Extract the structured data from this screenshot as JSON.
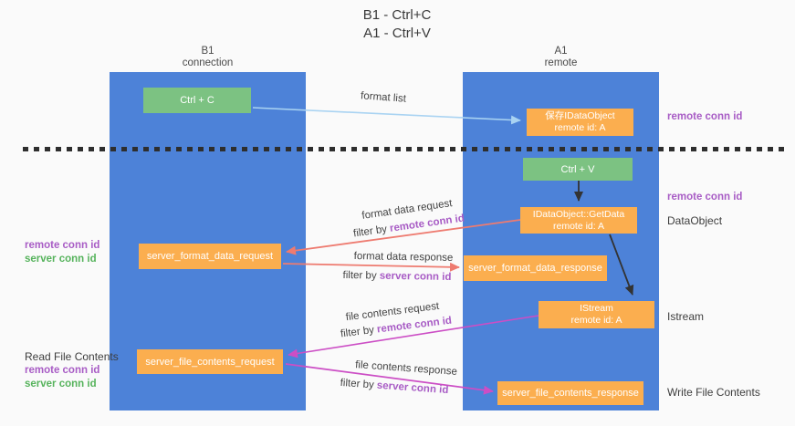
{
  "title": {
    "line1": "B1 - Ctrl+C",
    "line2": "A1 - Ctrl+V"
  },
  "lanes": {
    "left": {
      "name": "B1",
      "role": "connection"
    },
    "right": {
      "name": "A1",
      "role": "remote"
    }
  },
  "boxes": {
    "ctrl_c": "Ctrl + C",
    "ctrl_v": "Ctrl + V",
    "save_dataobject": {
      "line1": "保存IDataObject",
      "line2": "remote id: A"
    },
    "getdata": {
      "line1": "IDataObject::GetData",
      "line2": "remote id: A"
    },
    "istream": {
      "line1": "IStream",
      "line2": "remote id: A"
    },
    "format_request": "server_format_data_request",
    "format_response": "server_format_data_response",
    "file_request": "server_file_contents_request",
    "file_response": "server_file_contents_response"
  },
  "edges": {
    "format_list": "format list",
    "format_data_request": "format data request",
    "format_data_response": "format data response",
    "file_contents_request": "file contents request",
    "file_contents_response": "file contents response",
    "filter_by": "filter by ",
    "remote_conn_id": "remote conn id",
    "server_conn_id": "server conn id"
  },
  "side_labels": {
    "remote_conn_id": "remote conn id",
    "server_conn_id": "server conn id",
    "dataobject": "DataObject",
    "istream": "Istream",
    "read_file_contents": "Read File Contents",
    "write_file_contents": "Write File Contents"
  },
  "colors": {
    "lane_blue": "#4d82d8",
    "box_orange": "#fbae4f",
    "box_green": "#7cc282",
    "arrow_light_blue": "#a9d3f2",
    "arrow_salmon": "#ee7b70",
    "arrow_magenta": "#cc4ec5",
    "arrow_black": "#333333",
    "label_purple": "#a85cc5",
    "label_green": "#56b35c"
  }
}
